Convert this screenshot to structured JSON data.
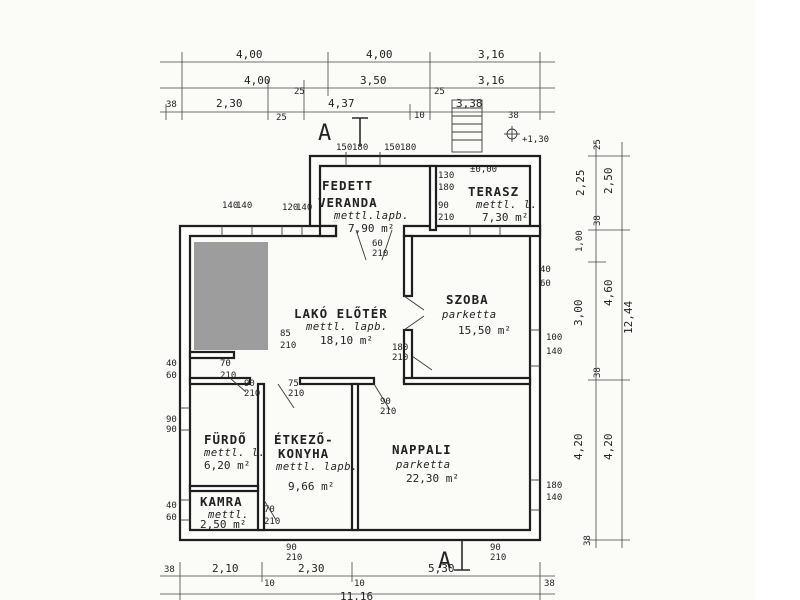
{
  "rooms": {
    "fedett": {
      "name1": "FEDETT",
      "name2": "VERANDA",
      "floor": "mettl.lapb.",
      "area": "7,90 m²"
    },
    "terasz": {
      "name": "TERASZ",
      "floor": "mettl. l.",
      "area": "7,30 m²"
    },
    "loelotér": {
      "name": "LAKÓ ELŐTÉR",
      "floor": "mettl. lapb.",
      "area": "18,10 m²"
    },
    "szoba": {
      "name": "SZOBA",
      "floor": "parketta",
      "area": "15,50 m²"
    },
    "furdo": {
      "name": "FÜRDŐ",
      "floor": "mettl. l.",
      "area": "6,20 m²"
    },
    "kamra": {
      "name": "KAMRA",
      "floor": "mettl.",
      "area": "2,50 m²"
    },
    "etkezo": {
      "name1": "ÉTKEZŐ-",
      "name2": "KONYHA",
      "floor": "mettl. lapb.",
      "area": "9,66 m²"
    },
    "nappali": {
      "name": "NAPPALI",
      "floor": "parketta",
      "area": "22,30 m²"
    }
  },
  "section": {
    "label": "A"
  },
  "dims_top_row1": [
    "4,00",
    "4,00",
    "3,16"
  ],
  "dims_top_row2": [
    "4,00",
    "3,50",
    "3,16"
  ],
  "dims_top_row3": [
    "38",
    "2,30",
    "25",
    "4,37",
    "10",
    "3,38",
    "38"
  ],
  "dims_top_small": [
    "25",
    "25"
  ],
  "dims_bottom_row1": [
    "38",
    "2,10",
    "10",
    "2,30",
    "10",
    "5,30",
    "38"
  ],
  "dims_bottom_total": "11,16",
  "dims_right_inner": [
    "25",
    "2,25",
    "38",
    "1,00",
    "3,00",
    "38",
    "4,20",
    "38"
  ],
  "dims_right_outer": [
    "2,50",
    "4,60",
    "4,20",
    "12,44"
  ],
  "level_marks": [
    "+1,30",
    "±0,00"
  ],
  "openings": {
    "o1": [
      "150",
      "180"
    ],
    "o2": [
      "150",
      "180"
    ],
    "o3": [
      "130",
      "180"
    ],
    "o4": [
      "90",
      "210"
    ],
    "o5": [
      "140",
      "140"
    ],
    "o6": [
      "120",
      "140"
    ],
    "o7": [
      "60",
      "210"
    ],
    "o8": [
      "85",
      "210"
    ],
    "o9": [
      "180",
      "210"
    ],
    "o10": [
      "100",
      "140"
    ],
    "o11": [
      "40",
      "60"
    ],
    "o12": [
      "40",
      "60"
    ],
    "o13": [
      "70",
      "210"
    ],
    "o14": [
      "75",
      "210"
    ],
    "o15": [
      "90",
      "90"
    ],
    "o16": [
      "90",
      "210"
    ],
    "o17": [
      "40",
      "60"
    ],
    "o18": [
      "70",
      "210"
    ],
    "o19": [
      "90",
      "210"
    ],
    "o20": [
      "180",
      "140"
    ],
    "o21": [
      "90",
      "210"
    ],
    "o22": [
      "90",
      "210"
    ]
  }
}
